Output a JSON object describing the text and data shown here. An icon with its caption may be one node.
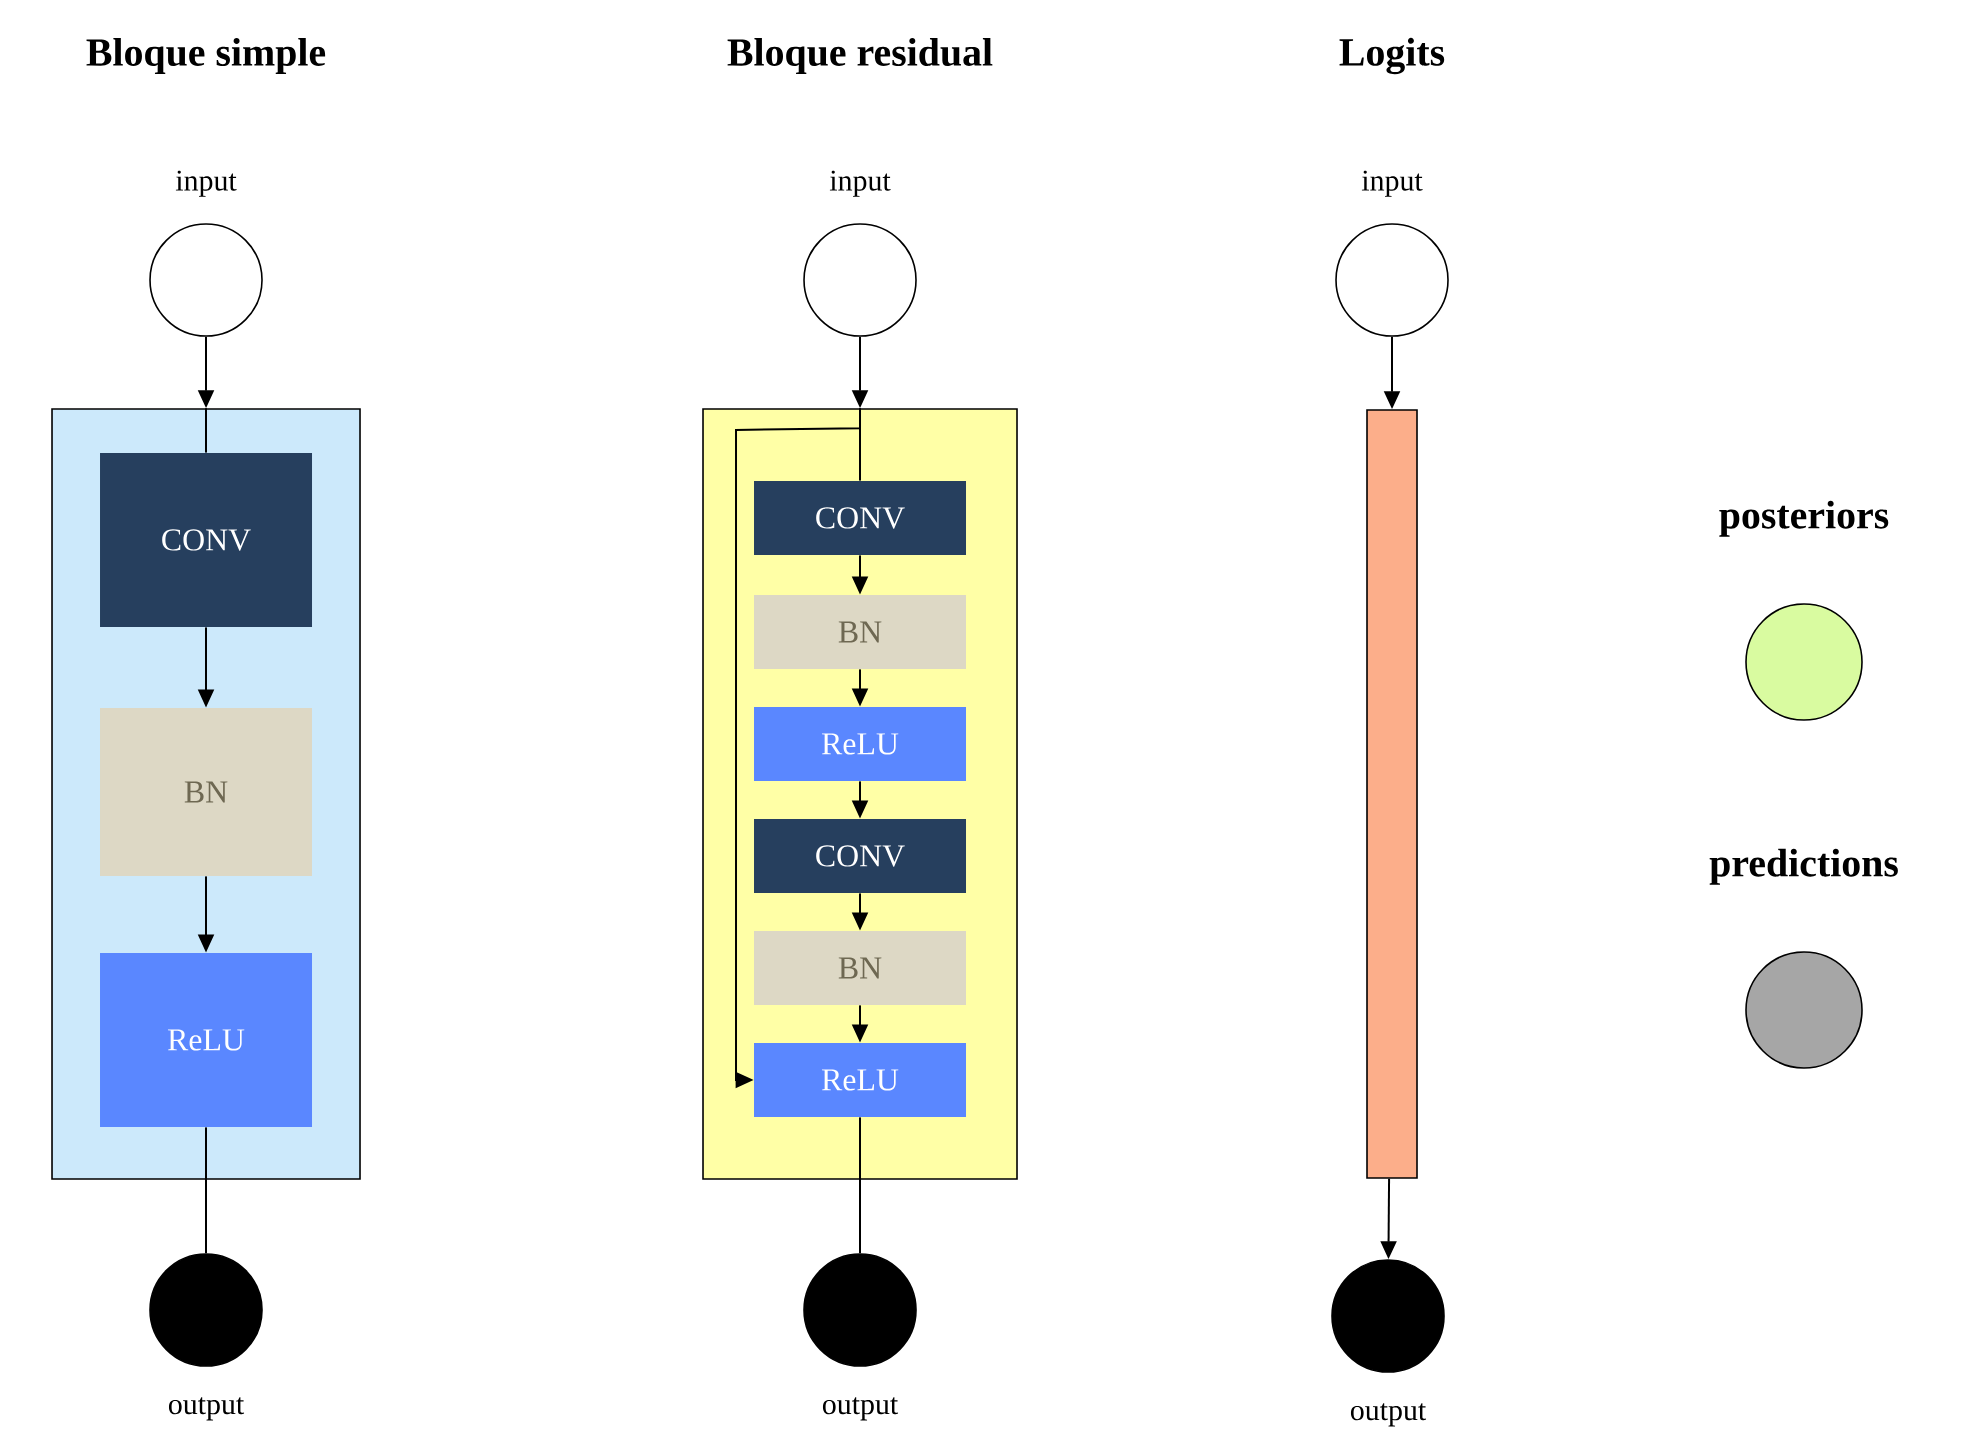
{
  "diagram": {
    "nodes": [
      {
        "text": [
          "input"
        ]
      },
      {
        "text": [],
        "shape": "box"
      },
      {
        "text": [
          "CONV"
        ],
        "in": 1
      },
      {
        "text": [
          "BN"
        ],
        "in": 1
      },
      {
        "text": [
          "ReLU"
        ],
        "in": 1
      },
      {
        "text": [
          "output"
        ]
      },
      {
        "text": [
          "input"
        ]
      },
      {
        "text": [],
        "shape": "box"
      },
      {
        "text": [
          "CONV"
        ],
        "in": 7
      },
      {
        "text": [
          "BN"
        ],
        "in": 7
      },
      {
        "text": [
          "ReLU"
        ],
        "in": 7
      },
      {
        "text": [
          "CONV"
        ],
        "in": 7
      },
      {
        "text": [
          "BN"
        ],
        "in": 7
      },
      {
        "text": [
          "ReLU"
        ],
        "in": 7
      },
      {
        "text": [
          "output"
        ]
      },
      {
        "text": [
          "input"
        ]
      },
      {
        "text": [],
        "shape": "bar"
      },
      {
        "text": [
          "output"
        ]
      },
      {
        "text": [
          "posteriors"
        ]
      },
      {
        "text": [
          "predictions"
        ]
      }
    ],
    "edges": [
      {
        "from": 0,
        "to": 1,
        "arrow": "to"
      },
      {
        "from": 1,
        "to": 2,
        "arrow": "none"
      },
      {
        "from": 2,
        "to": 3,
        "arrow": "to"
      },
      {
        "from": 3,
        "to": 4,
        "arrow": "to"
      },
      {
        "from": 4,
        "to": 5,
        "arrow": "none"
      },
      {
        "from": 6,
        "to": 7,
        "arrow": "to"
      },
      {
        "from": 7,
        "to": 8,
        "arrow": "none"
      },
      {
        "from": 7,
        "to": 13,
        "arrow": "to"
      },
      {
        "from": 8,
        "to": 9,
        "arrow": "to"
      },
      {
        "from": 9,
        "to": 10,
        "arrow": "to"
      },
      {
        "from": 10,
        "to": 11,
        "arrow": "to"
      },
      {
        "from": 11,
        "to": 12,
        "arrow": "to"
      },
      {
        "from": 12,
        "to": 13,
        "arrow": "to"
      },
      {
        "from": 13,
        "to": 14,
        "arrow": "none"
      },
      {
        "from": 15,
        "to": 16,
        "arrow": "to"
      },
      {
        "from": 16,
        "to": 17,
        "arrow": "to"
      }
    ],
    "labels": [
      "Bloque simple",
      "Bloque residual",
      "Logits"
    ]
  }
}
